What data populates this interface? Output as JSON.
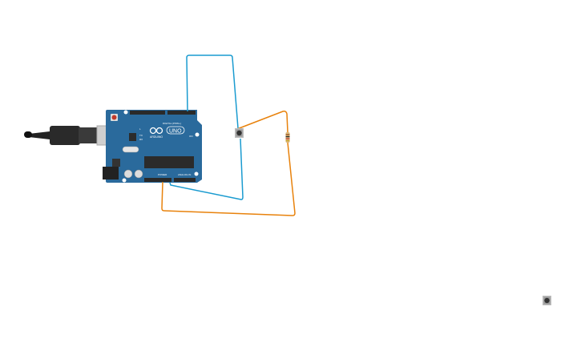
{
  "canvas": {
    "board": {
      "brand": "ARDUINO",
      "model": "UNO",
      "labels": {
        "digital": "DIGITAL (PWM~)",
        "power": "POWER",
        "analog": "ANALOG IN",
        "led_l": "L",
        "tx": "TX",
        "rx": "RX",
        "on": "ON"
      },
      "color": "#2a6a9c"
    },
    "wire_colors": {
      "blue": "#1a9bd0",
      "orange": "#e8820c"
    },
    "components": [
      "arduino-uno",
      "usb-cable",
      "pushbutton",
      "resistor",
      "pushbutton"
    ]
  }
}
